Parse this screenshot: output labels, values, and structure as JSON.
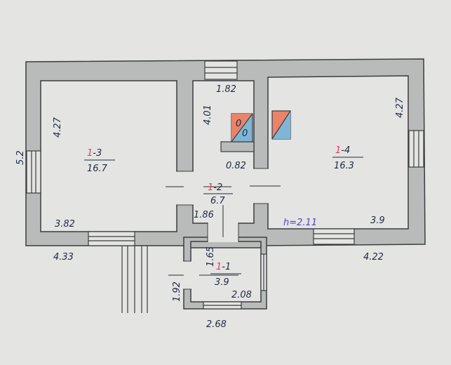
{
  "colors": {
    "paper": "#e4e4e2",
    "wall_fill": "#b9bbba",
    "line": "#3a3d40",
    "ink": "#1e2a44",
    "red_ink": "#e0405a",
    "purple_ink": "#5a3fbf",
    "stove_orange": "#e9836a",
    "stove_blue": "#7fb6d6"
  },
  "rooms": [
    {
      "id": "1-1",
      "prefix": "1",
      "suffix": "-1",
      "area": "3.9"
    },
    {
      "id": "1-2",
      "prefix": "1",
      "suffix": "-2",
      "area": "6.7"
    },
    {
      "id": "1-3",
      "prefix": "1",
      "suffix": "-3",
      "area": "16.7"
    },
    {
      "id": "1-4",
      "prefix": "1",
      "suffix": "-4",
      "area": "16.3"
    }
  ],
  "height_note": {
    "symbol": "h",
    "value": "=2.11"
  },
  "dimensions": {
    "outer_left_height": "5.2",
    "outer_bottom_left": "4.33",
    "outer_bottom_right": "4.22",
    "porch_bottom": "2.68",
    "porch_left": "1.92",
    "room3_height": "4.27",
    "room3_width": "3.82",
    "room4_height": "4.27",
    "room4_width": "3.9",
    "room2_top": "1.82",
    "room2_height": "4.01",
    "room2_bottom": "1.86",
    "niche": "0.82",
    "room1_height": "1.65",
    "room1_width": "2.08"
  },
  "stove_labels": [
    "0",
    "0"
  ]
}
